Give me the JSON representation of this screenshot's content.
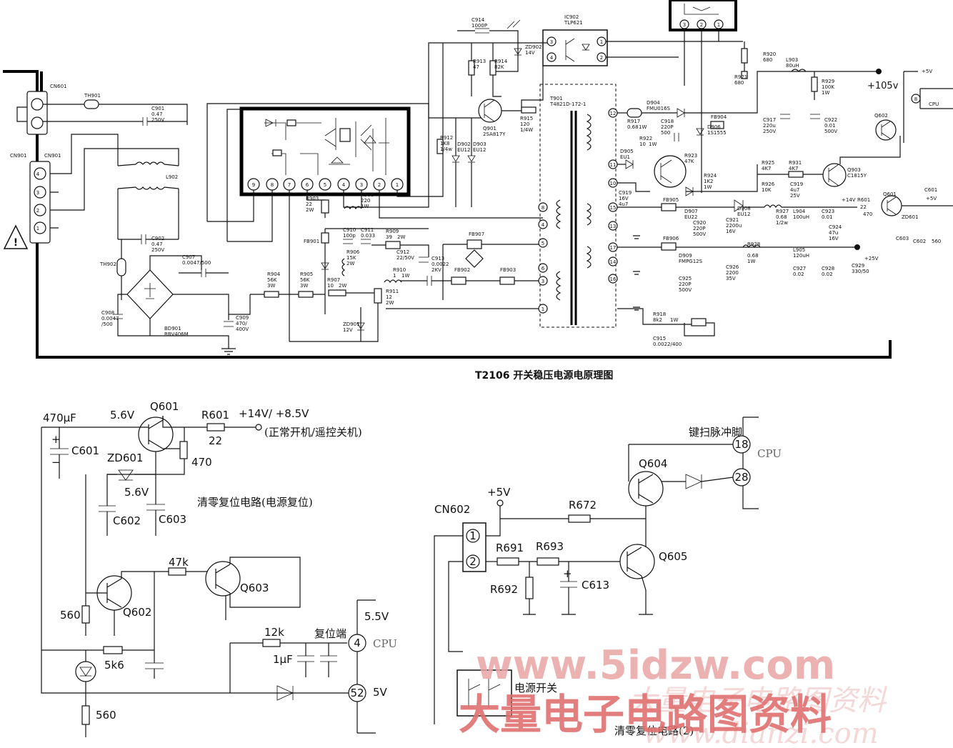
{
  "top": {
    "title": "T2106 开关稳压电源电原理图",
    "connectors": {
      "cn601": "CN601",
      "cn901": "CN901",
      "cn901b": "CN901"
    },
    "pins_cn901": [
      "4",
      "3",
      "2",
      "1"
    ],
    "components": {
      "th901": "TH901",
      "c901": "C901",
      "c901_val": "0.47",
      "c901_v": "250V",
      "l902": "L902",
      "c902": "C902",
      "c902_val": "0.47",
      "c902_v": "250V",
      "th902": "TH902",
      "c907": "C907",
      "c907_val": "0.0047/500",
      "c908": "C908",
      "c908_val": "0.0047",
      "c908_v": "/500",
      "bd901": "BD901",
      "bd901_val": "RBV406M",
      "c909": "C909",
      "c909_val": "470/",
      "c909_v": "400V",
      "ic902": "IC902",
      "ic902_val": "TLP621",
      "c914": "C914",
      "c914_val": "1000P",
      "zd902": "ZD902",
      "zd902_val": "14V",
      "r913": "R913",
      "r913_val": "47",
      "r914": "R914",
      "r914_val": "82K",
      "q901": "Q901",
      "q901_val": "2SA817Y",
      "r915": "R915",
      "r915_val": "120",
      "r915_w": "1/4W",
      "r912": "R912",
      "r912_val": "1K8",
      "r912_w": "1/4w",
      "d902": "D902",
      "d902_val": "EU12",
      "d903": "D903",
      "d903_val": "EU12",
      "t901": "T901",
      "t901_val": "T4821D-172-1",
      "r903": "R903",
      "r903_val": "22",
      "r903_w": "2W",
      "r908": "R908",
      "r908_val": "220",
      "r908_w": "1W",
      "fb901": "FB901",
      "c910": "C910",
      "c910_val": "100p",
      "c911": "C911",
      "c911_val": "0.033",
      "r909": "R909",
      "r909_val": "39",
      "r909_w": "2W",
      "fb907": "FB907",
      "r906": "R906",
      "r906_val": "15K",
      "r906_w": "2W",
      "c912": "C912",
      "c912_val": "22/50V",
      "c913": "C913",
      "c913_val": "0.0022",
      "c913_v": "2KV",
      "fb902": "FB902",
      "fb903": "FB903",
      "r904": "R904",
      "r904_val": "56K",
      "r904_w": "3W",
      "r905": "R905",
      "r905_val": "56K",
      "r905_w": "3W",
      "r907": "R907",
      "r907_val": "10",
      "r907_w": "2W",
      "r910": "R910",
      "r910_val": "1",
      "r910_w": "1W",
      "r911": "R911",
      "r911_val": "12",
      "r911_w": "2W",
      "zd901": "ZD901",
      "zd901_val": "12V",
      "r917": "R917",
      "r917_val": "0.68",
      "r917_w": "1W",
      "d904": "D904",
      "d904_val": "FMU016S",
      "fb904": "FB904",
      "c918": "C918",
      "c918_val": "220P",
      "c918_v": "500",
      "d906": "D906",
      "d906_val": "1S1555",
      "r922": "R922",
      "r922_val": "10",
      "r922_w": "1W",
      "d905": "D905",
      "d905_val": "EU1",
      "r923": "R923",
      "r923_val": "47K",
      "r924": "R924",
      "r924_val": "1K2",
      "r924_w": "1W",
      "c919": "C919",
      "c919_val": "16V",
      "c919_v": "4u7",
      "r920": "R920",
      "r920_val": "680",
      "r921": "R921",
      "r921_val": "680",
      "l903": "L903",
      "l903_val": "80uH",
      "r929": "R929",
      "r929_val": "100K",
      "r929_w": "1W",
      "v105": "+105v",
      "c917": "C917",
      "c917_val": "220u",
      "c917_v": "250V",
      "c922": "C922",
      "c922_val": "0.01",
      "c922_v": "500V",
      "q602": "Q602",
      "v5": "+5V",
      "pin8": "8",
      "cpu": "CPU",
      "r925": "R925",
      "r925_val": "4K7",
      "r931": "R931",
      "r931_val": "4K7",
      "q903": "Q903",
      "q903_val": "C1815Y",
      "r926": "R926",
      "r926_val": "10K",
      "c919b": "C919",
      "c919b_val": "4u7",
      "c919b_v": "25V",
      "fb905": "FB905",
      "d907": "D907",
      "d907_val": "EU22",
      "c920": "C920",
      "c920_val": "220P",
      "c920_v": "500V",
      "c921": "C921",
      "c921_val": "2200u",
      "c921_v": "16V",
      "d908": "D908",
      "d908_val": "EU12",
      "r927": "R927",
      "r927_val": "0.68",
      "r927_w": "1/2w",
      "l904": "L904",
      "l904_val": "100uH",
      "c923": "C923",
      "c923_val": "0.01",
      "c924": "C924",
      "c924_val": "47u",
      "c924_v": "16V",
      "v14": "+14V",
      "r601": "R601",
      "r601_val": "22",
      "q601": "Q601",
      "c601": "C601",
      "v5b": "+5V",
      "r470": "470",
      "zd601": "ZD601",
      "c603": "C603",
      "c602": "C602",
      "r560": "560",
      "fb906": "FB906",
      "d909": "D909",
      "d909_val": "FMPG12S",
      "c925": "C925",
      "c925_val": "220P",
      "c925_v": "500V",
      "c926": "C926",
      "c926_val": "2200",
      "c926_v": "35V",
      "r928": "R928",
      "r928_val": "0.68",
      "r928_w": "1W",
      "l905": "L905",
      "l905_val": "120uH",
      "c927": "C927",
      "c927_val": "0.02",
      "c928": "C928",
      "c928_val": "0.02",
      "c929": "C929",
      "c929_val": "330/50",
      "v25": "+25V",
      "r918": "R918",
      "r918_val": "8k2",
      "r918_w": "1W",
      "c915": "C915",
      "c915_val": "0.0022/400"
    },
    "ic_pins": [
      "9",
      "8",
      "7",
      "6",
      "5",
      "4",
      "3",
      "2",
      "1"
    ],
    "t_pins_left": [
      "8",
      "4",
      "5",
      "6",
      "3",
      "1"
    ],
    "t_pins_right": [
      "12",
      "11",
      "10",
      "15",
      "13",
      "17",
      "14",
      "16"
    ],
    "ic902_pins": [
      "3",
      "4",
      "1",
      "2"
    ],
    "top_ic_pins": [
      "3",
      "2",
      "1"
    ]
  },
  "reset_left": {
    "c601_val": "470μF",
    "c601": "C601",
    "zener_v": "5.6V",
    "q601": "Q601",
    "r601": "R601",
    "r601_val": "22",
    "out": "+14V/ +8.5V",
    "out_note": "(正常开机/遥控关机)",
    "r470": "470",
    "zd601": "ZD601",
    "zd601_val": "5.6V",
    "c602": "C602",
    "c603": "C603",
    "title": "清零复位电路(电源复位)",
    "r47k": "47k",
    "q603": "Q603",
    "q602": "Q602",
    "r560a": "560",
    "v55": "5.5V",
    "r12k": "12k",
    "reset_label": "复位端",
    "c1uf": "1μF",
    "pin4": "4",
    "cpu": "CPU",
    "r5k6": "5k6",
    "pin52": "52",
    "v5": "5V",
    "r560b": "560"
  },
  "reset_right": {
    "keyscan": "键扫脉冲脚",
    "pin18": "18",
    "cpu": "CPU",
    "q604": "Q604",
    "pin28": "28",
    "v5": "+5V",
    "cn602": "CN602",
    "r672": "R672",
    "pin1": "1",
    "pin2": "2",
    "r691": "R691",
    "r693": "R693",
    "q605": "Q605",
    "r692": "R692",
    "c613": "C613",
    "switch": "电源开关",
    "title": "清零复位电路(2)"
  },
  "watermark": {
    "url": "www.5idzw.com",
    "cn": "大量电子电路图资料",
    "faint_url": "www.dianzi.com",
    "faint_cn": "大量电子电路图资料"
  }
}
